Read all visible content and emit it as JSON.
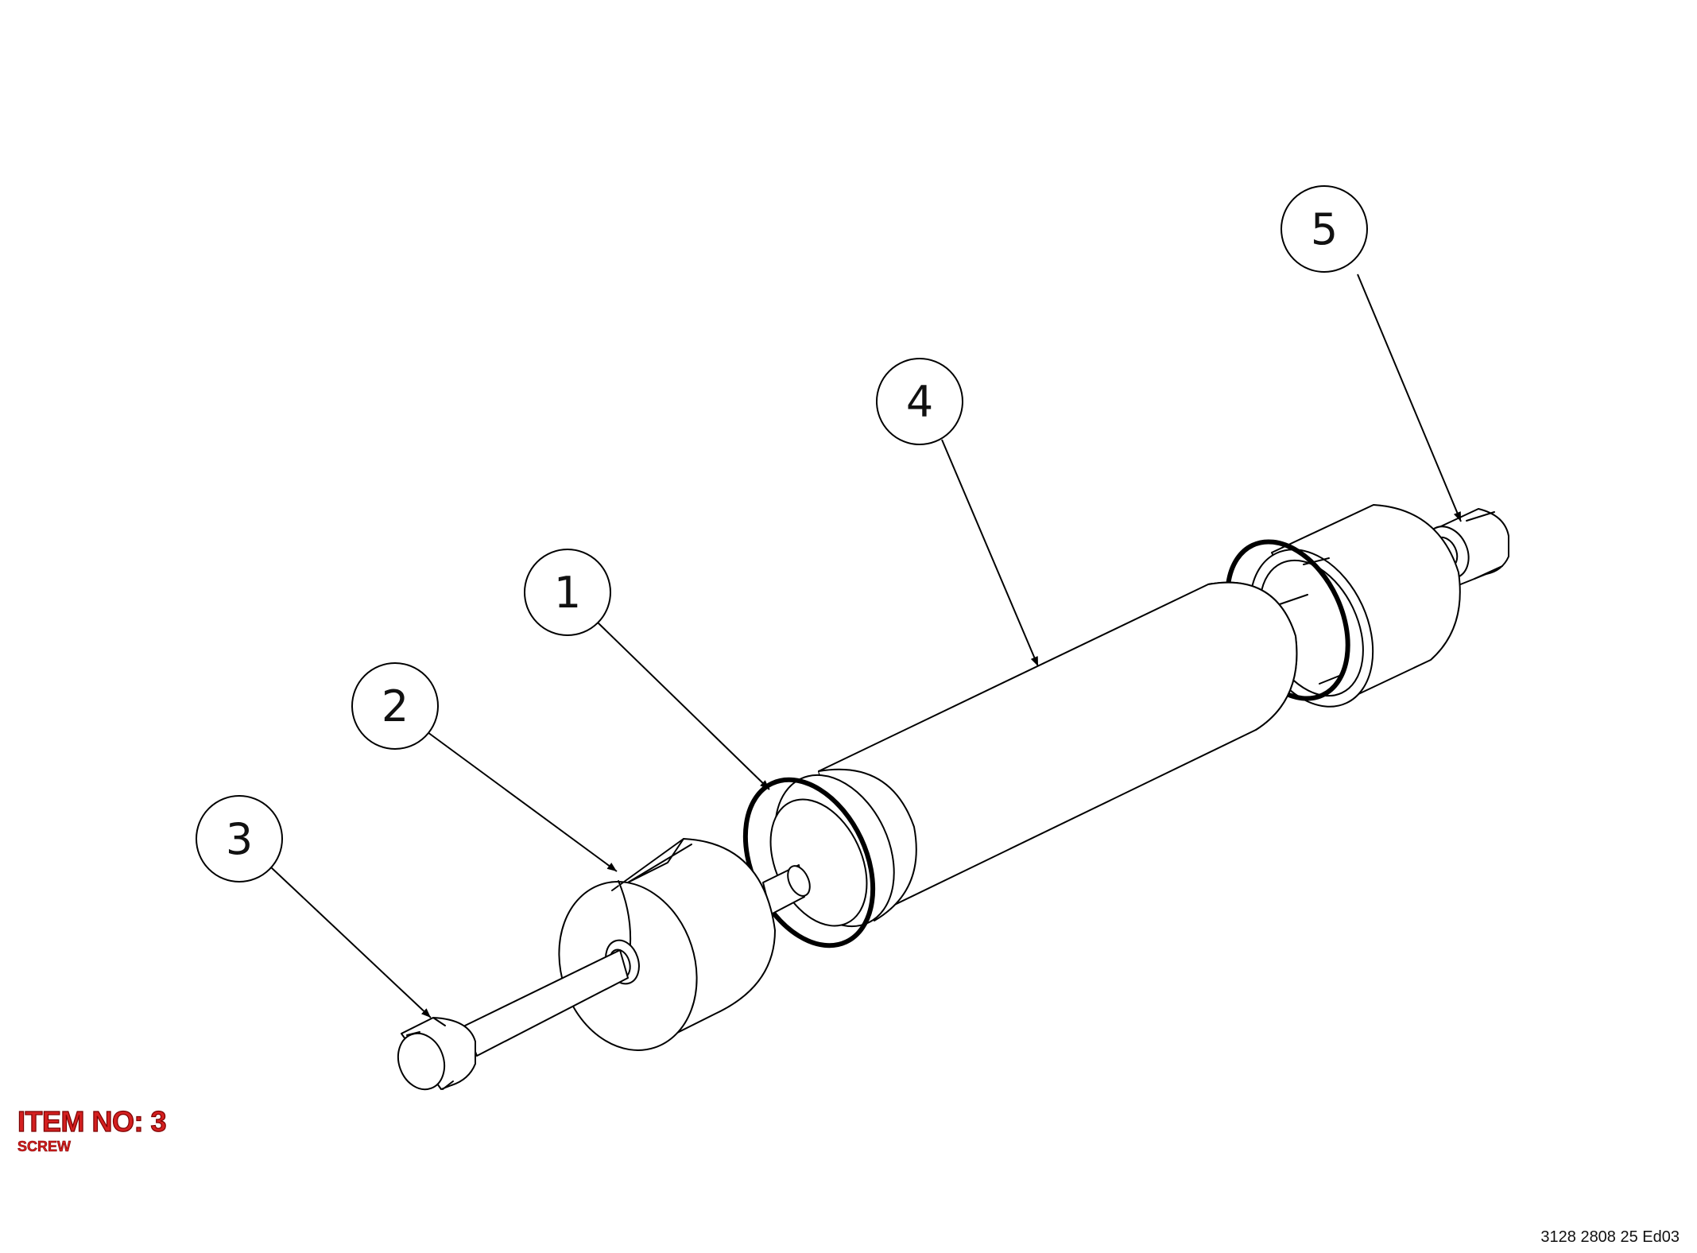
{
  "balloons": [
    {
      "id": "1",
      "label": "1"
    },
    {
      "id": "2",
      "label": "2"
    },
    {
      "id": "3",
      "label": "3"
    },
    {
      "id": "4",
      "label": "4"
    },
    {
      "id": "5",
      "label": "5"
    }
  ],
  "item_info": {
    "heading": "ITEM NO: 3",
    "name": "SCREW",
    "color": "#d42020"
  },
  "footer": {
    "document_number": "3128 2808 25 Ed03"
  }
}
